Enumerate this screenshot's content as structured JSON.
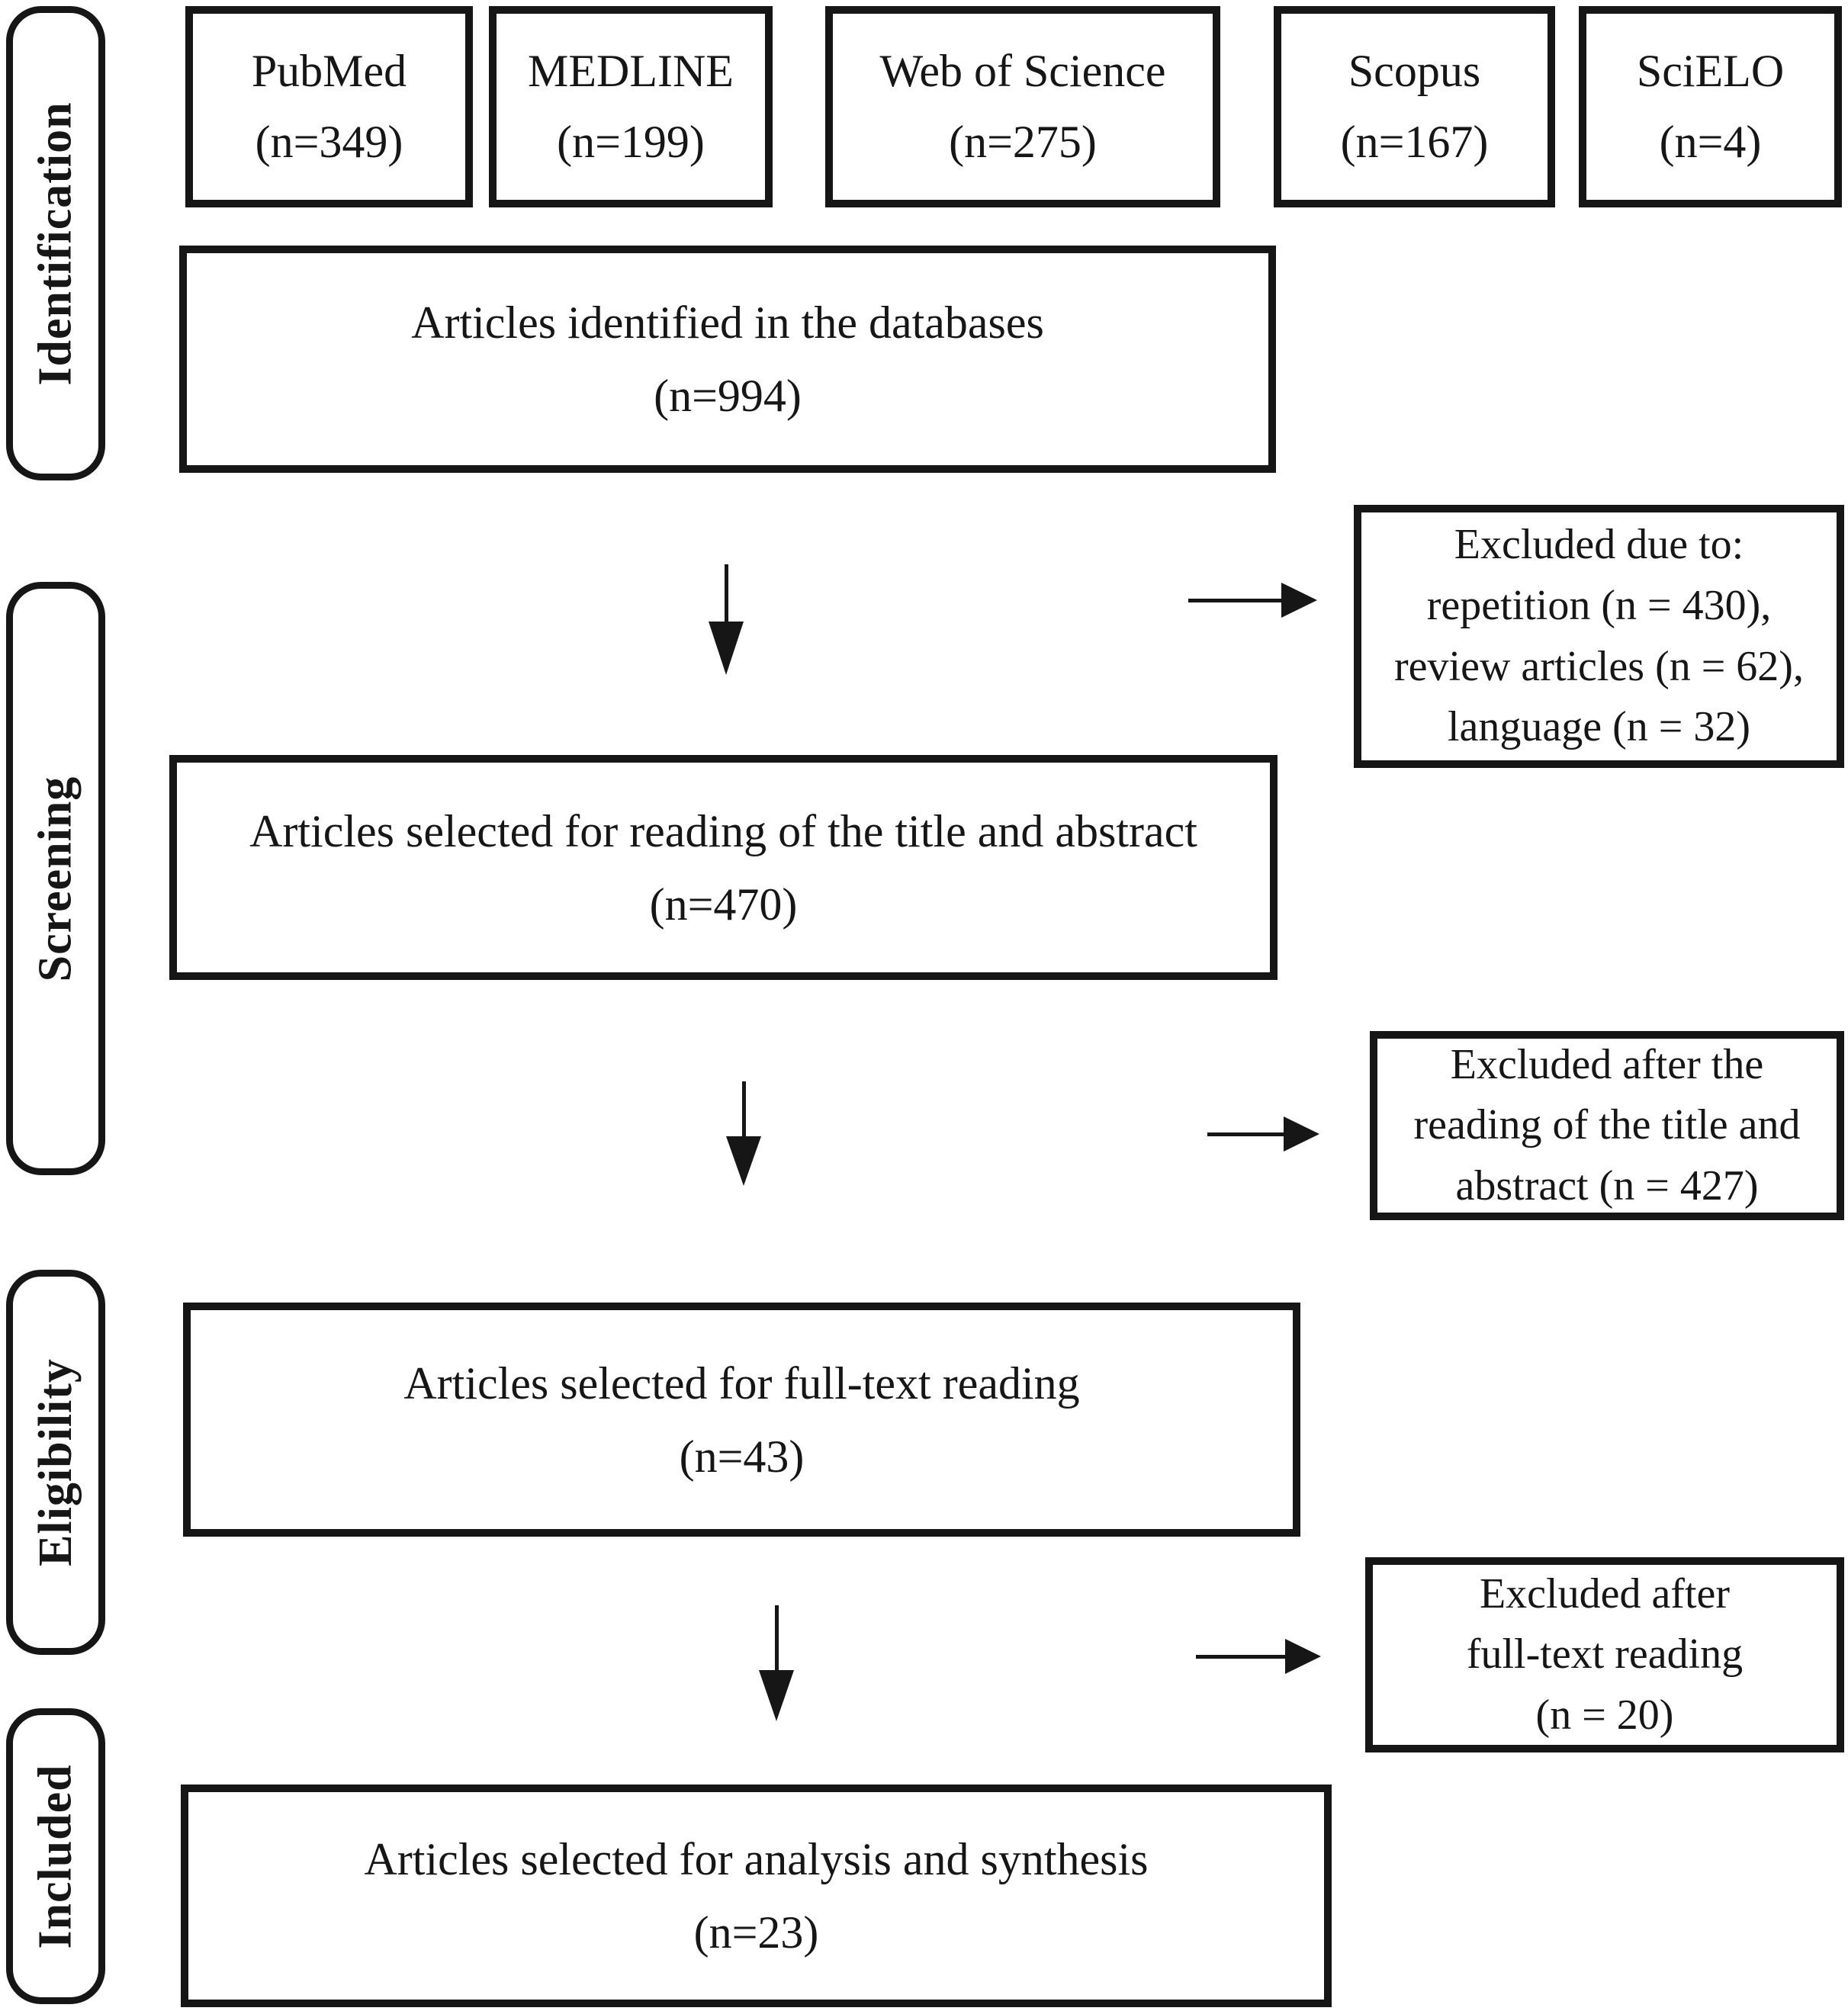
{
  "diagram": {
    "title": "PRISMA article selection flow diagram",
    "colors": {
      "ink": "#161616",
      "background": "#ffffff"
    },
    "stages": [
      {
        "label": "Identification"
      },
      {
        "label": "Screening"
      },
      {
        "label": "Eligibility"
      },
      {
        "label": "Included"
      }
    ],
    "databases": [
      {
        "name": "PubMed",
        "count": "(n=349)"
      },
      {
        "name": "MEDLINE",
        "count": "(n=199)"
      },
      {
        "name": "Web of Science",
        "count": "(n=275)"
      },
      {
        "name": "Scopus",
        "count": "(n=167)"
      },
      {
        "name": "SciELO",
        "count": "(n=4)"
      }
    ],
    "flow": [
      {
        "text": "Articles identified in the databases",
        "count": "(n=994)"
      },
      {
        "text": "Articles selected for reading of the title and abstract",
        "count": "(n=470)"
      },
      {
        "text": "Articles selected for full-text reading",
        "count": "(n=43)"
      },
      {
        "text": "Articles selected for analysis and synthesis",
        "count": "(n=23)"
      }
    ],
    "exclusions": [
      {
        "text": "Excluded due to:\nrepetition (n = 430),\nreview articles (n = 62),\nlanguage (n = 32)"
      },
      {
        "text": "Excluded after the\nreading of the title and\nabstract (n = 427)"
      },
      {
        "text": "Excluded after\nfull-text reading\n(n = 20)"
      }
    ]
  }
}
